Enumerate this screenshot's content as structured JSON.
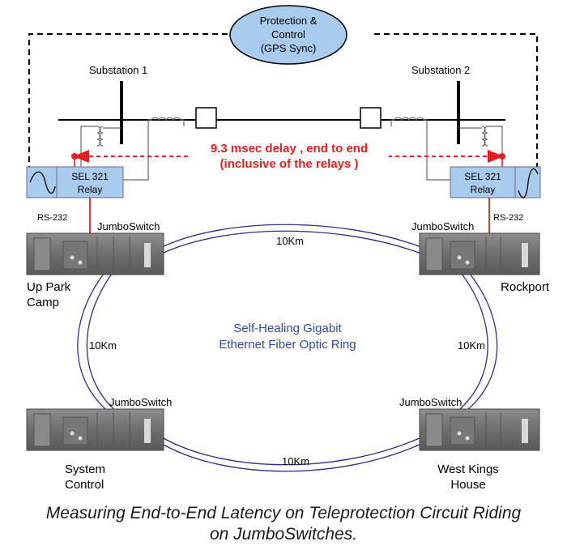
{
  "pc_box": {
    "line1": "Protection &",
    "line2": "Control",
    "line3": "(GPS Sync)"
  },
  "substation_1": "Substation 1",
  "substation_2": "Substation 2",
  "delay": {
    "line1": "9.3 msec delay , end to end",
    "line2": "(inclusive of the relays )"
  },
  "relay_left": {
    "line1": "SEL 321",
    "line2": "Relay"
  },
  "relay_right": {
    "line1": "SEL 321",
    "line2": "Relay"
  },
  "rs232_left": "RS-232",
  "rs232_right": "RS-232",
  "switch_labels": {
    "up_park": "JumboSwitch",
    "rockport": "JumboSwitch",
    "system_control": "JumboSwitch",
    "west_kings": "JumboSwitch"
  },
  "sites": {
    "up_park": {
      "line1": "Up Park",
      "line2": "Camp"
    },
    "rockport": "Rockport",
    "system_control": {
      "line1": "System",
      "line2": "Control"
    },
    "west_kings": {
      "line1": "West Kings",
      "line2": "House"
    }
  },
  "distances": {
    "top": "10Km",
    "left": "10Km",
    "right": "10Km",
    "bottom": "10Km"
  },
  "ring": {
    "line1": "Self-Healing Gigabit",
    "line2": "Ethernet Fiber Optic Ring"
  },
  "caption": {
    "line1": "Measuring End-to-End Latency on Teleprotection Circuit Riding",
    "line2": "on JumboSwitches."
  },
  "colors": {
    "ring_fiber": "#2b2f86",
    "delay_red": "#e02020",
    "ring_text": "#2f4aa0",
    "ellipse_fill": "#a9cbee",
    "relay_fill": "#a9cbee"
  }
}
